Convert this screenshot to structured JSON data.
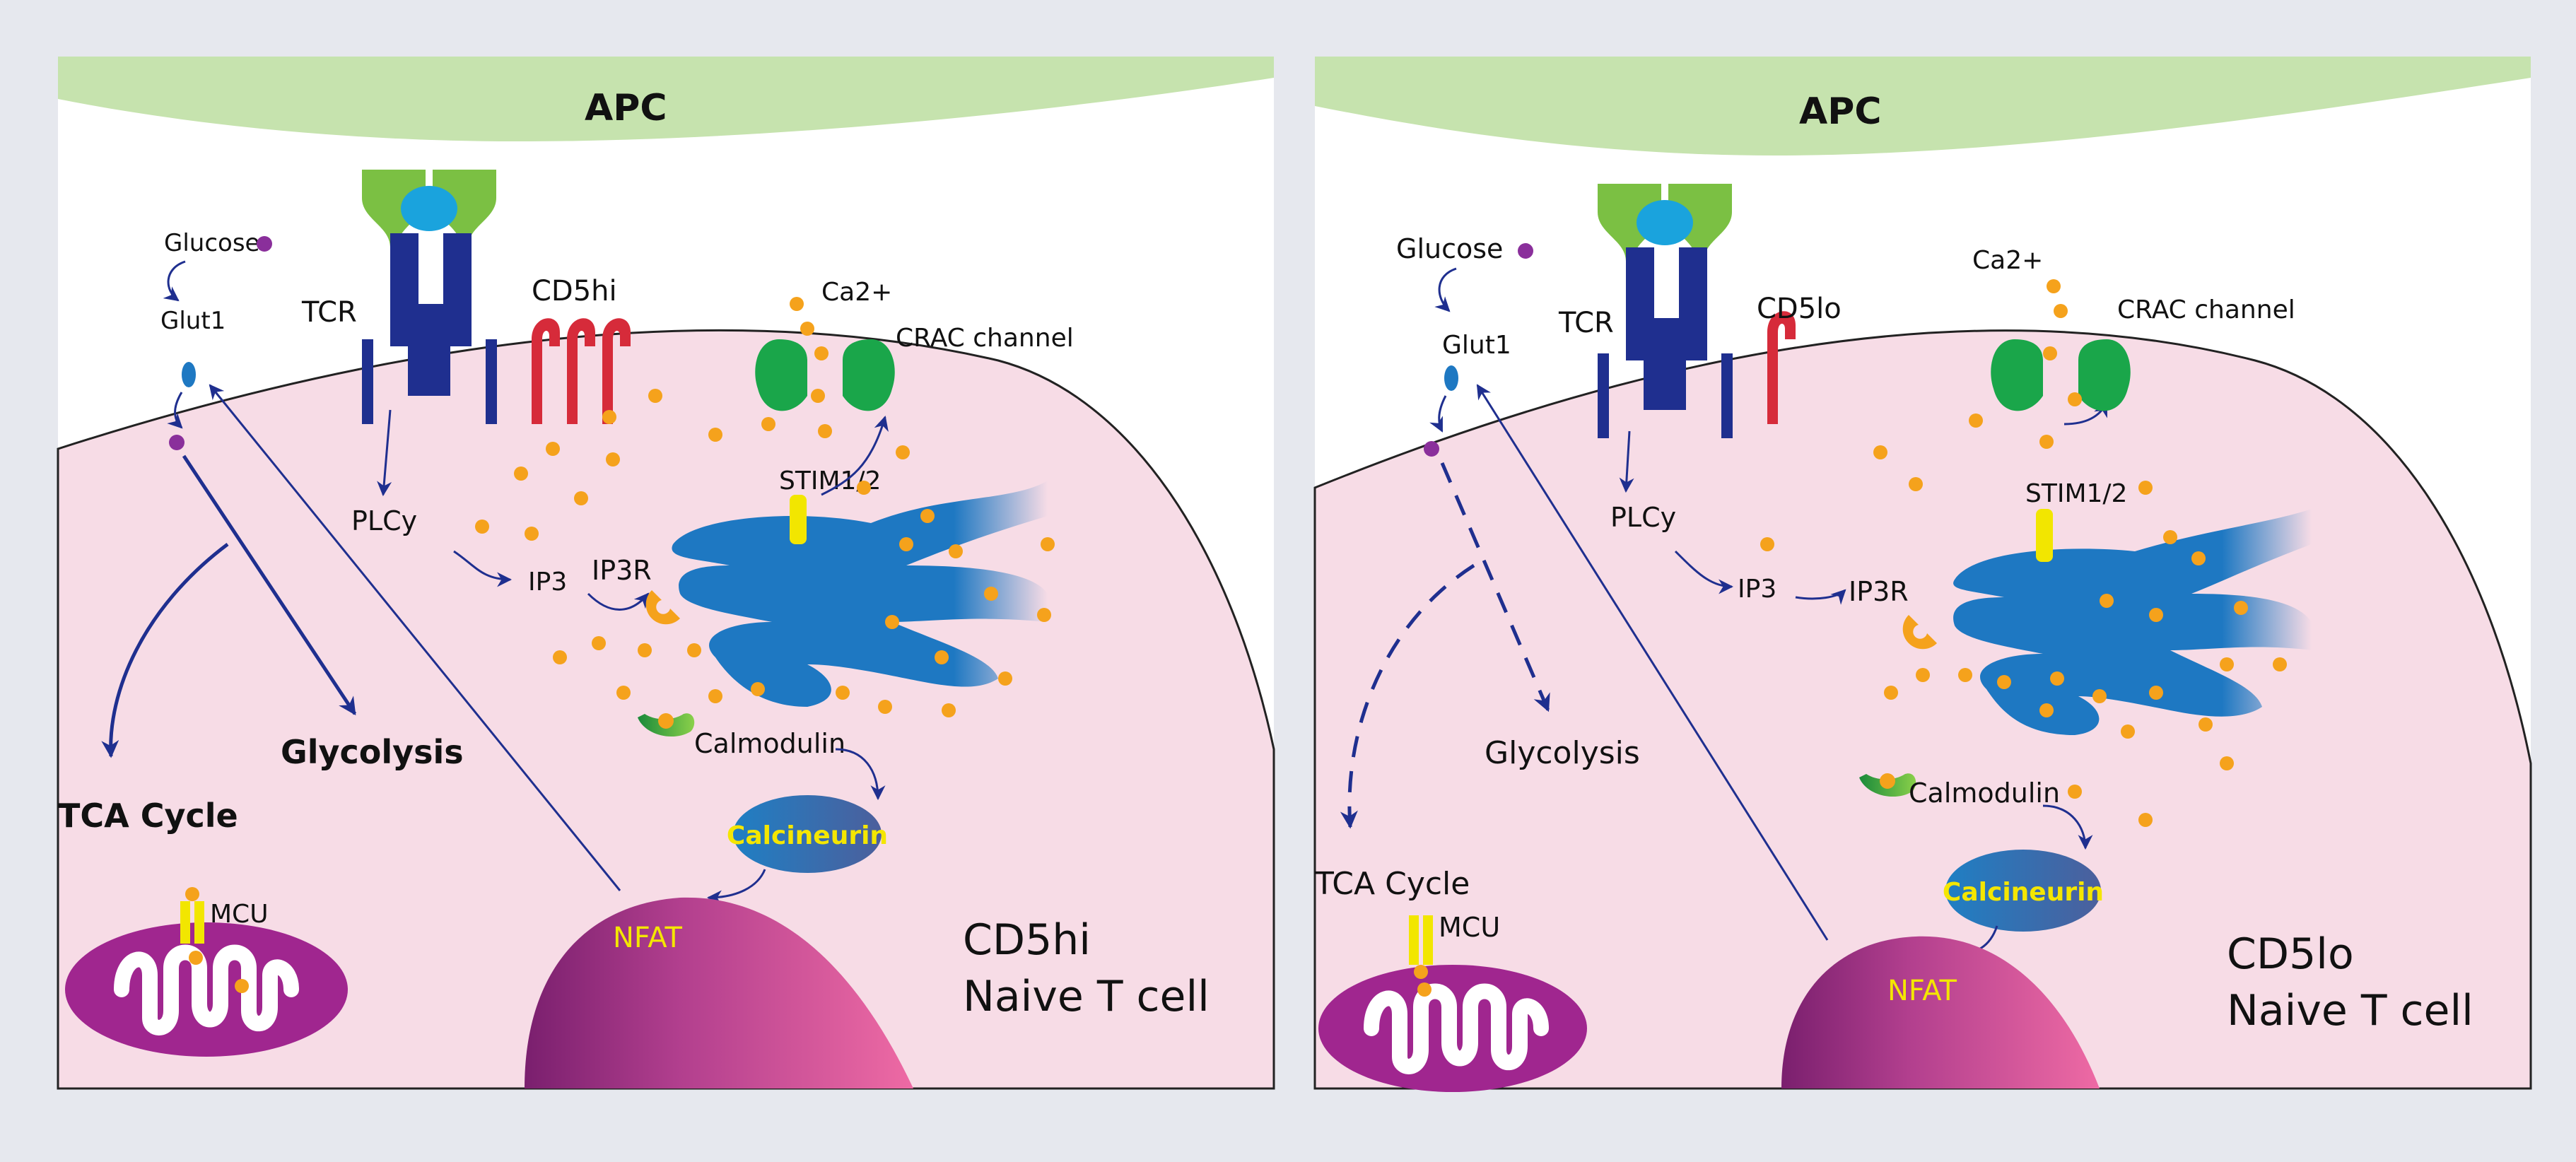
{
  "colors": {
    "frame": "#e6e8ee",
    "apc": "#c6e3ae",
    "cytoplasm": "#f7dce6",
    "outside": "#ffffff",
    "arrow": "#1f2f8f",
    "tcr_body": "#1f2f8f",
    "mhc": "#7bc043",
    "peptide": "#1aa3dd",
    "cd5": "#d62b3a",
    "crac": "#1aa64a",
    "er": "#1e78c2",
    "calcium": "#f5a21c",
    "glucose": "#8a2f9b",
    "mito": "#a0268f",
    "mcu": "#f2e600",
    "calcineurin": "#2e6bb0",
    "nfat": "#c2458f"
  },
  "panels": [
    {
      "apc": "APC",
      "glucose": "Glucose",
      "glut1": "Glut1",
      "tcr": "TCR",
      "cd5": "CD5hi",
      "ca": "Ca2+",
      "crac": "CRAC channel",
      "plcy": "PLCy",
      "ip3": "IP3",
      "ip3r": "IP3R",
      "stim": "STIM1/2",
      "glycolysis": "Glycolysis",
      "tca": "TCA Cycle",
      "mcu": "MCU",
      "calmodulin": "Calmodulin",
      "calcineurin": "Calcineurin",
      "nfat": "NFAT",
      "cell_line1": "CD5hi",
      "cell_line2": "Naive T cell"
    },
    {
      "apc": "APC",
      "glucose": "Glucose",
      "glut1": "Glut1",
      "tcr": "TCR",
      "cd5": "CD5lo",
      "ca": "Ca2+",
      "crac": "CRAC channel",
      "plcy": "PLCy",
      "ip3": "IP3",
      "ip3r": "IP3R",
      "stim": "STIM1/2",
      "glycolysis": "Glycolysis",
      "tca": "TCA Cycle",
      "mcu": "MCU",
      "calmodulin": "Calmodulin",
      "calcineurin": "Calcineurin",
      "nfat": "NFAT",
      "cell_line1": "CD5lo",
      "cell_line2": "Naive T cell"
    }
  ]
}
